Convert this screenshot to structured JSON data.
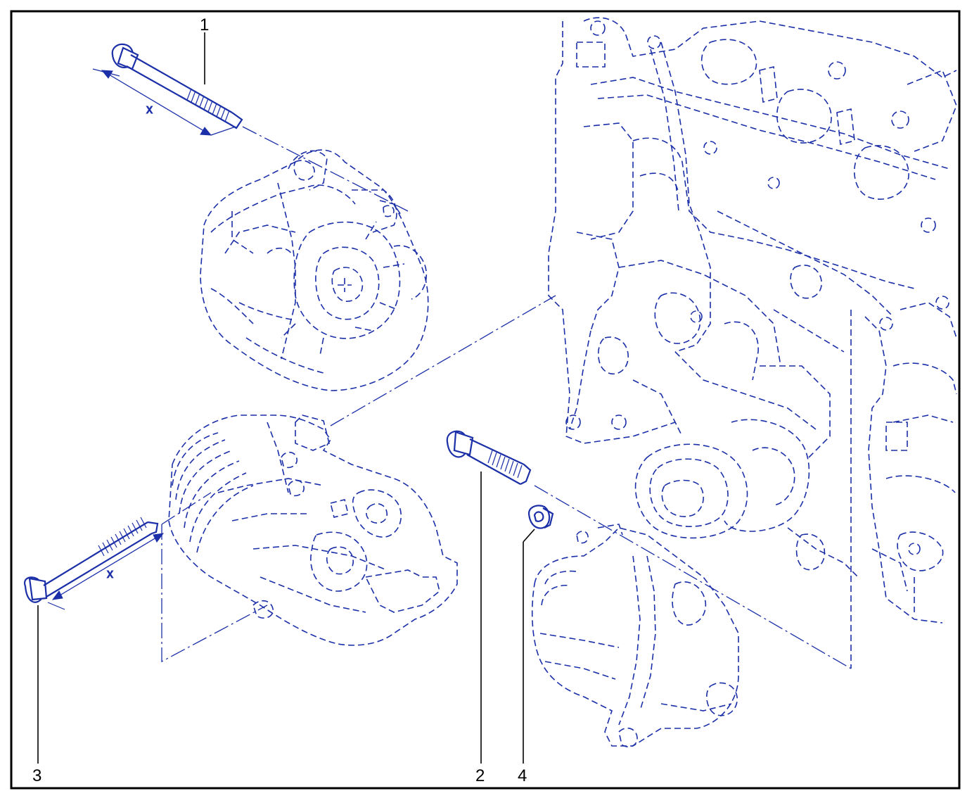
{
  "diagram": {
    "callouts": [
      {
        "id": "1",
        "label": "1",
        "part": "alternator-bolt"
      },
      {
        "id": "2",
        "label": "2",
        "part": "starter-bolt"
      },
      {
        "id": "3",
        "label": "3",
        "part": "compressor-bolt"
      },
      {
        "id": "4",
        "label": "4",
        "part": "starter-nut"
      }
    ],
    "dimension_label_upper": "x",
    "dimension_label_lower": "x",
    "colors": {
      "ink": "#1b2fa8",
      "frame": "#000000",
      "background": "#ffffff"
    }
  }
}
